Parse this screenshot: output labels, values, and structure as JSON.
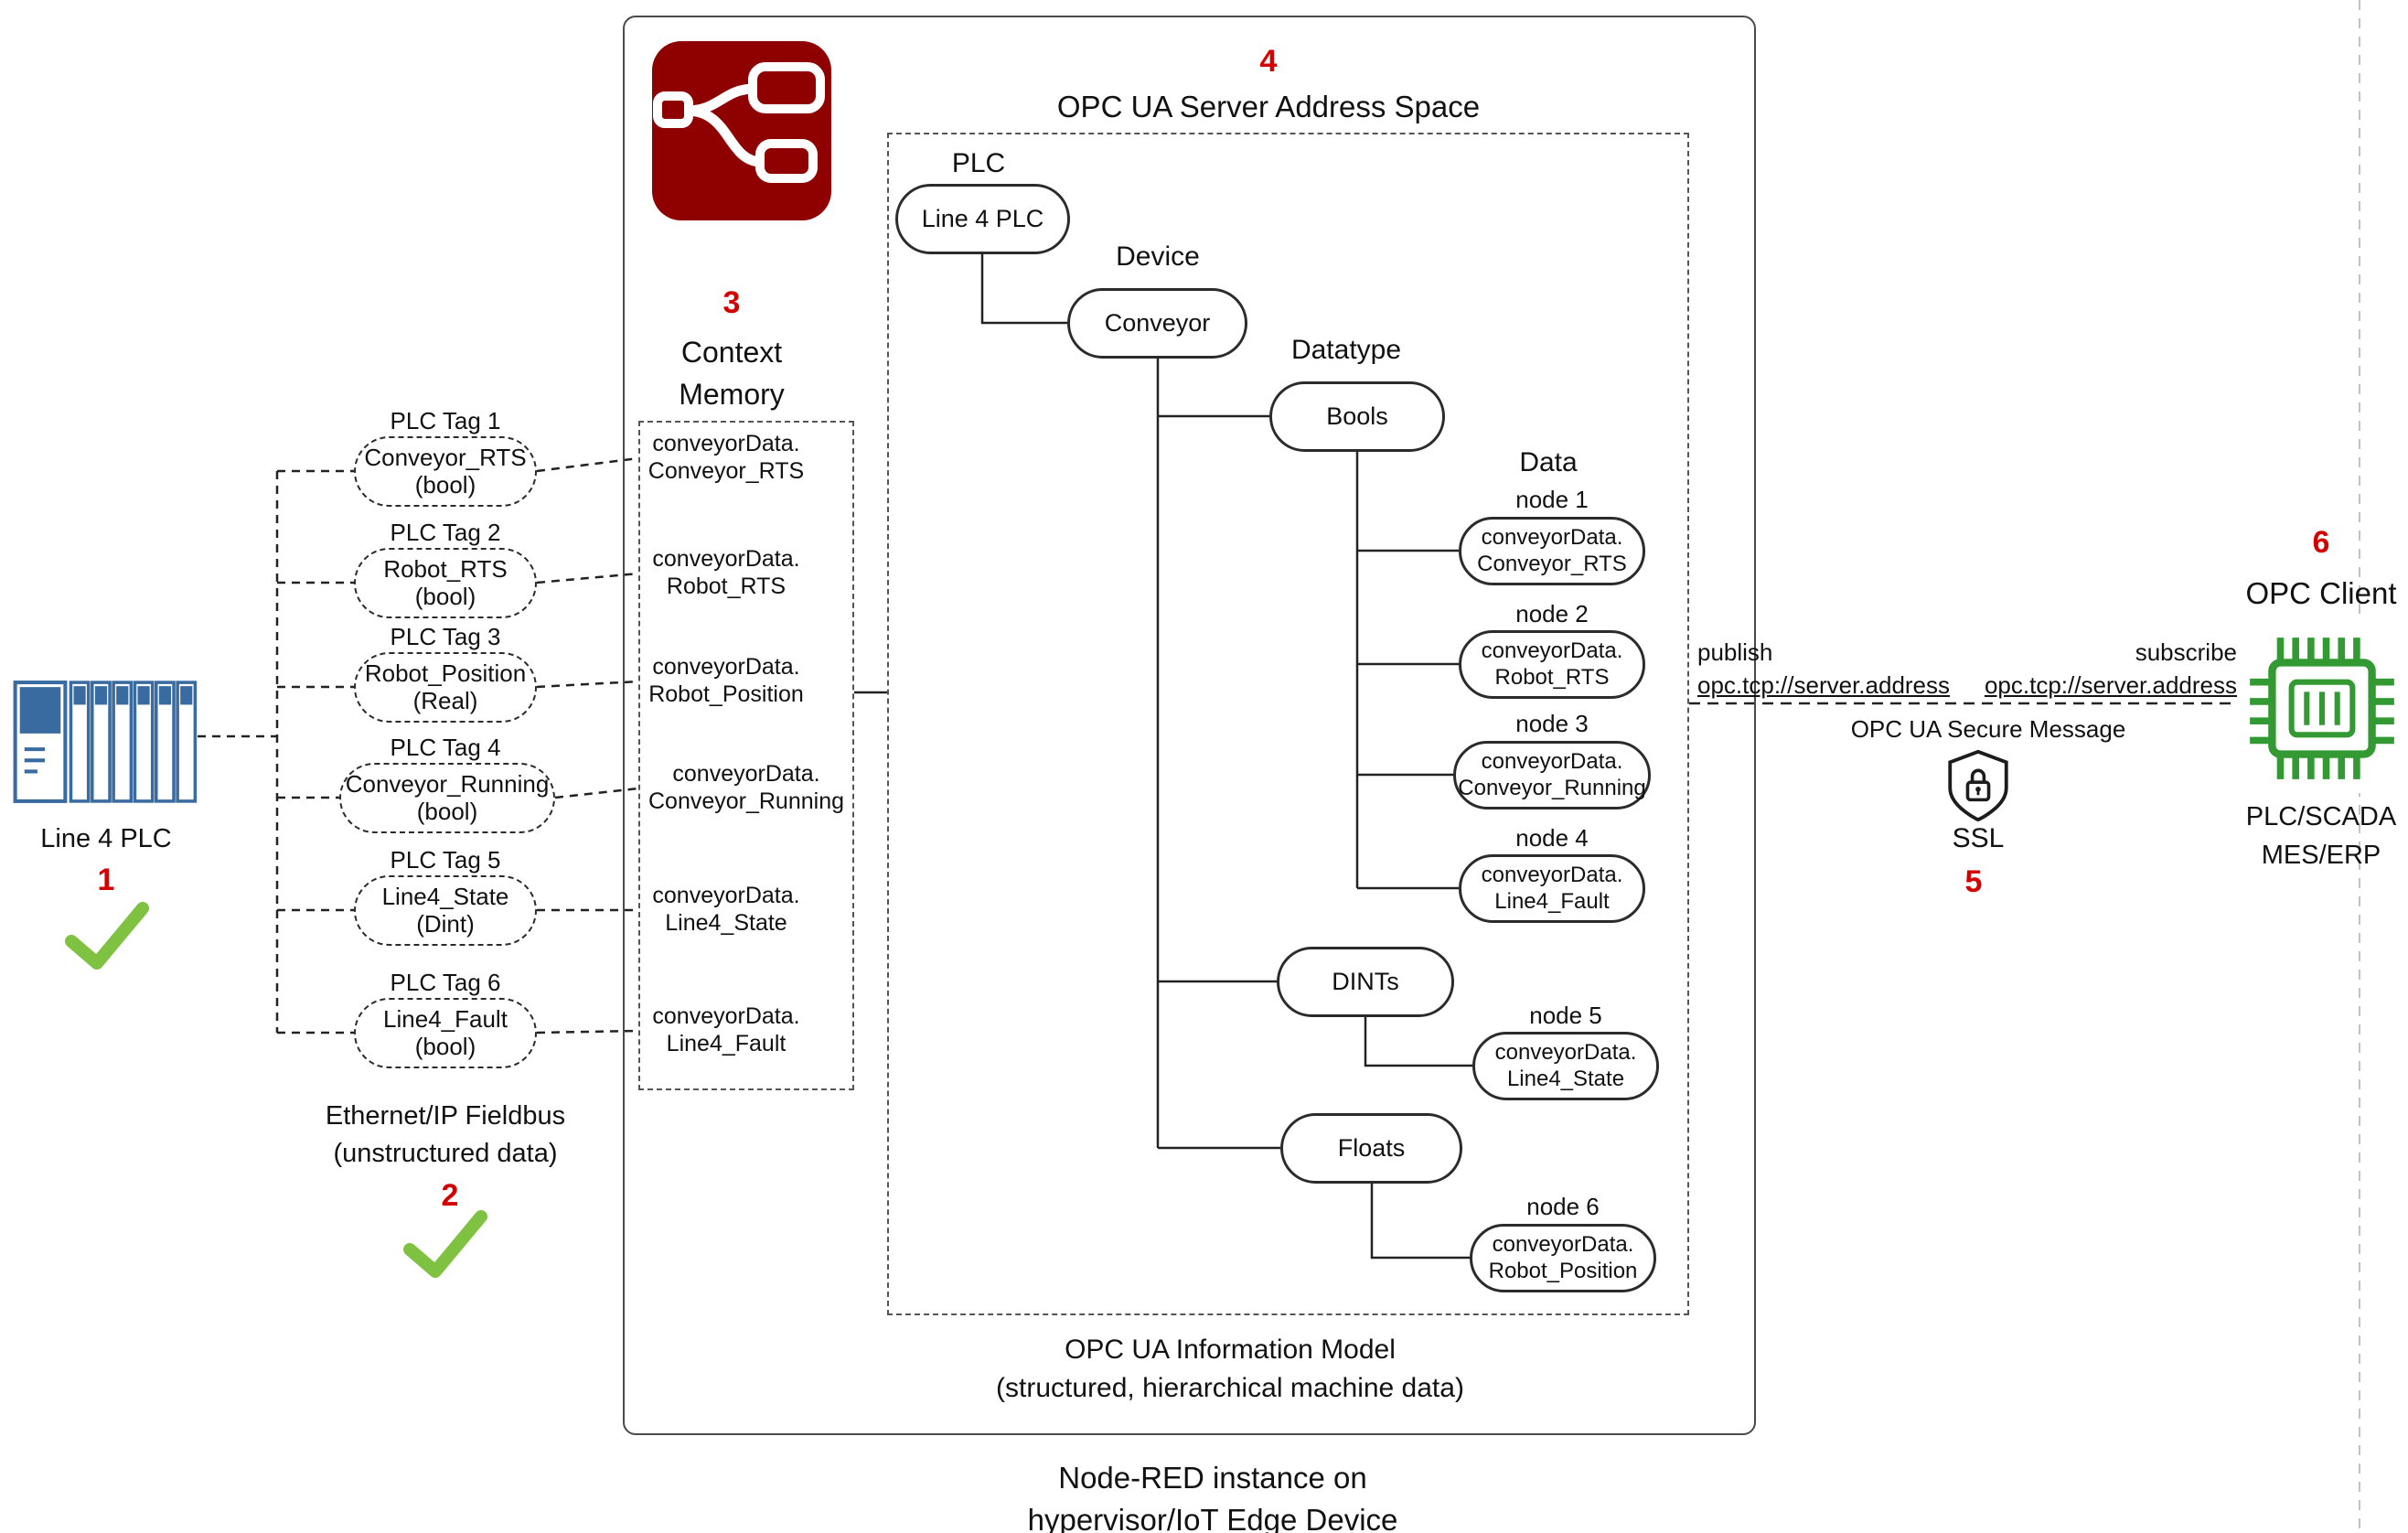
{
  "colors": {
    "accent_red": "#d40000",
    "nodered_maroon": "#8F0000",
    "check_green": "#7fc241",
    "chip_green": "#339a33",
    "plc_blue": "#3a6ba0"
  },
  "plc": {
    "label": "Line 4 PLC",
    "step": "1"
  },
  "fieldbus": {
    "line1": "Ethernet/IP Fieldbus",
    "line2": "(unstructured data)",
    "step": "2"
  },
  "tags": [
    {
      "label": "PLC Tag 1",
      "name": "Conveyor_RTS",
      "type": "(bool)"
    },
    {
      "label": "PLC Tag 2",
      "name": "Robot_RTS",
      "type": "(bool)"
    },
    {
      "label": "PLC Tag 3",
      "name": "Robot_Position",
      "type": "(Real)"
    },
    {
      "label": "PLC Tag 4",
      "name": "Conveyor_Running",
      "type": "(bool)"
    },
    {
      "label": "PLC Tag 5",
      "name": "Line4_State",
      "type": "(Dint)"
    },
    {
      "label": "PLC Tag 6",
      "name": "Line4_Fault",
      "type": "(bool)"
    }
  ],
  "context_memory": {
    "step": "3",
    "title1": "Context",
    "title2": "Memory",
    "entries": [
      {
        "line1": "conveyorData.",
        "line2": "Conveyor_RTS"
      },
      {
        "line1": "conveyorData.",
        "line2": "Robot_RTS"
      },
      {
        "line1": "conveyorData.",
        "line2": "Robot_Position"
      },
      {
        "line1": "conveyorData.",
        "line2": "Conveyor_Running"
      },
      {
        "line1": "conveyorData.",
        "line2": "Line4_State"
      },
      {
        "line1": "conveyorData.",
        "line2": "Line4_Fault"
      }
    ]
  },
  "address_space": {
    "step": "4",
    "title": "OPC UA Server Address Space",
    "level_plc": "PLC",
    "level_device": "Device",
    "level_datatype": "Datatype",
    "level_data": "Data",
    "plc_node": "Line 4 PLC",
    "device_node": "Conveyor",
    "datatype_bools": "Bools",
    "datatype_dints": "DINTs",
    "datatype_floats": "Floats",
    "nodes": [
      {
        "label": "node 1",
        "line1": "conveyorData.",
        "line2": "Conveyor_RTS"
      },
      {
        "label": "node 2",
        "line1": "conveyorData.",
        "line2": "Robot_RTS"
      },
      {
        "label": "node 3",
        "line1": "conveyorData.",
        "line2": "Conveyor_Running"
      },
      {
        "label": "node 4",
        "line1": "conveyorData.",
        "line2": "Line4_Fault"
      },
      {
        "label": "node 5",
        "line1": "conveyorData.",
        "line2": "Line4_State"
      },
      {
        "label": "node 6",
        "line1": "conveyorData.",
        "line2": "Robot_Position"
      }
    ],
    "footer1": "OPC UA Information Model",
    "footer2": "(structured, hierarchical machine data)"
  },
  "node_red": {
    "caption1": "Node-RED instance on",
    "caption2": "hypervisor/IoT Edge Device"
  },
  "link": {
    "publish_label": "publish",
    "publish_address": "opc.tcp://server.address",
    "subscribe_label": "subscribe",
    "subscribe_address": "opc.tcp://server.address",
    "secure_title": "OPC UA Secure Message",
    "ssl_label": "SSL",
    "step": "5"
  },
  "client": {
    "step": "6",
    "title": "OPC Client",
    "line1": "PLC/SCADA",
    "line2": "MES/ERP"
  }
}
